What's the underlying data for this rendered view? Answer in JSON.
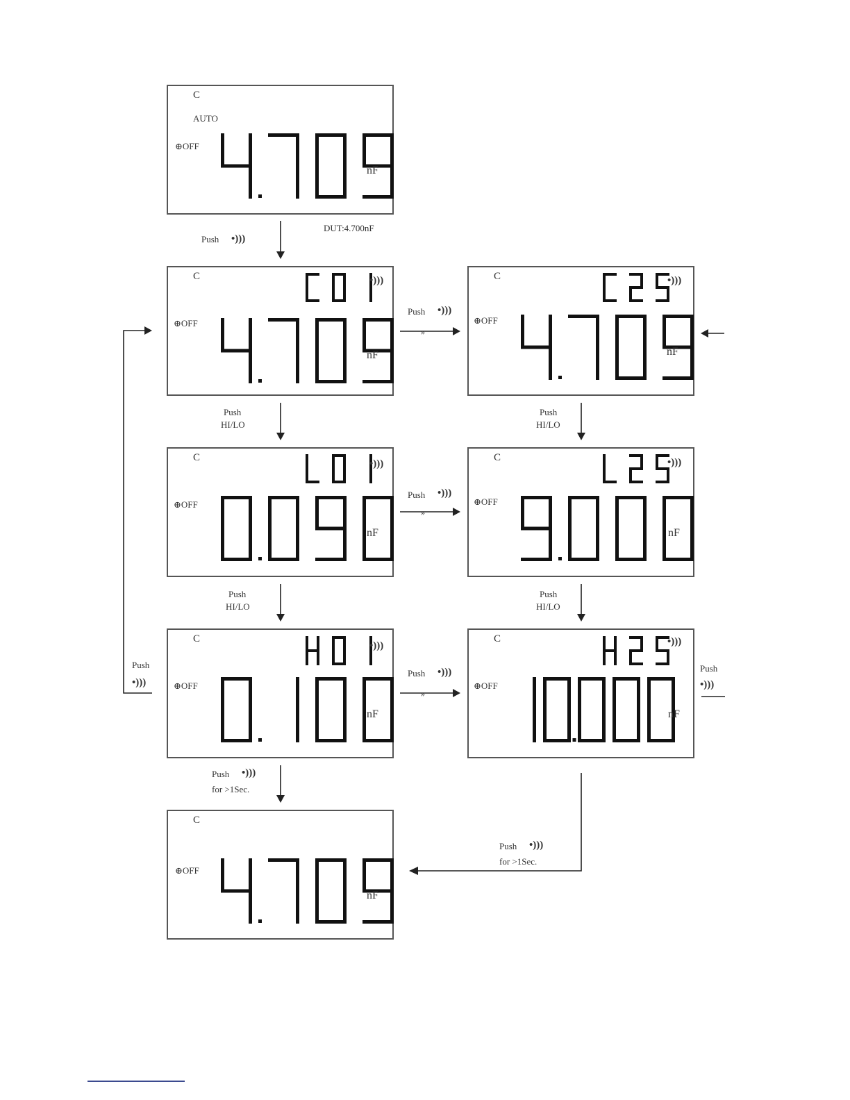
{
  "accent_color": "#3b4a8f",
  "screens": [
    {
      "id": "s1",
      "mode": "C",
      "auto": "AUTO",
      "off": "⊕OFF",
      "code": "",
      "beep": false,
      "reading": "4.709",
      "unit": "nF"
    },
    {
      "id": "s2",
      "mode": "C",
      "off": "⊕OFF",
      "code": "C01",
      "beep": true,
      "reading": "4.709",
      "unit": "nF"
    },
    {
      "id": "s3",
      "mode": "C",
      "off": "⊕OFF",
      "code": "C25",
      "beep": true,
      "reading": "4.709",
      "unit": "nF"
    },
    {
      "id": "s4",
      "mode": "C",
      "off": "⊕OFF",
      "code": "L01",
      "beep": true,
      "reading": "0.090",
      "unit": "nF"
    },
    {
      "id": "s5",
      "mode": "C",
      "off": "⊕OFF",
      "code": "L25",
      "beep": true,
      "reading": "9.000",
      "unit": "nF"
    },
    {
      "id": "s6",
      "mode": "C",
      "off": "⊕OFF",
      "code": "H01",
      "beep": true,
      "reading": "0.100",
      "unit": "nF"
    },
    {
      "id": "s7",
      "mode": "C",
      "off": "⊕OFF",
      "code": "H25",
      "beep": true,
      "reading": "10.000",
      "unit": "nF"
    },
    {
      "id": "s8",
      "mode": "C",
      "off": "⊕OFF",
      "code": "",
      "beep": false,
      "reading": "4.709",
      "unit": "nF"
    }
  ],
  "labels": {
    "push": "Push",
    "push_cut": "Push",
    "hilo": "HI/LO",
    "for_1sec": "for >1Sec.",
    "dut": "DUT:4.700nF"
  }
}
